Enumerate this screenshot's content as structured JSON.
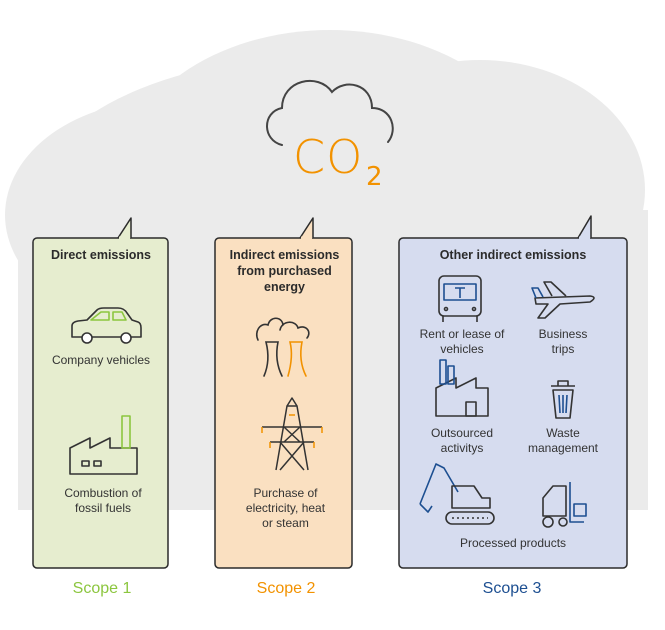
{
  "co2": {
    "main": "CO",
    "sub": "2"
  },
  "panels": [
    {
      "title": "Direct emissions",
      "items": [
        "Company vehicles",
        "Combustion of fossil fuels"
      ],
      "scope": "Scope 1"
    },
    {
      "title": "Indirect emissions from purchased energy",
      "items": [
        "Purchase of electricity, heat or steam"
      ],
      "scope": "Scope 2"
    },
    {
      "title": "Other indirect emissions",
      "items": [
        "Rent or lease of vehicles",
        "Business trips",
        "Outsourced activitys",
        "Waste management",
        "Processed products"
      ],
      "scope": "Scope 3"
    }
  ],
  "colors": {
    "scope1": "#8cc63f",
    "scope2": "#f29200",
    "scope3": "#1d4f91",
    "cloud": "#ebebeb"
  }
}
